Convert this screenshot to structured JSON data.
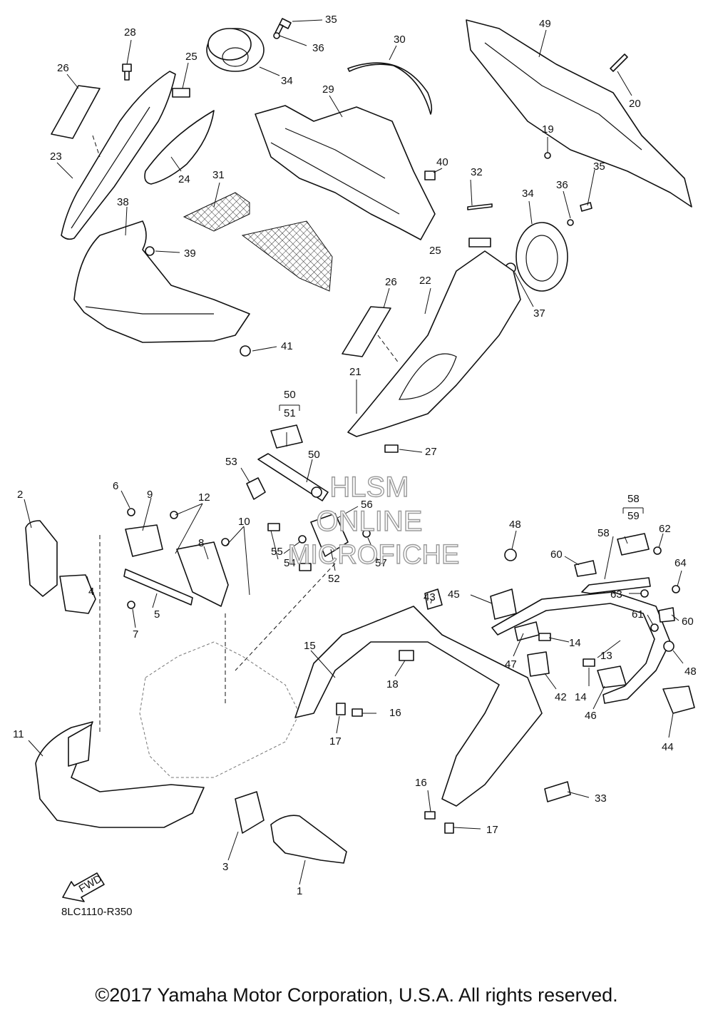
{
  "diagram": {
    "code": "8LC1110-R350",
    "fwd_label": "FWD",
    "copyright": "©2017 Yamaha Motor Corporation, U.S.A. All rights reserved.",
    "watermark": [
      "HLSM",
      "ONLINE",
      "MICROFICHE"
    ],
    "callouts": [
      "1",
      "2",
      "3",
      "4",
      "5",
      "6",
      "7",
      "8",
      "9",
      "10",
      "11",
      "12",
      "13",
      "14",
      "14",
      "15",
      "16",
      "16",
      "17",
      "17",
      "18",
      "19",
      "20",
      "21",
      "22",
      "23",
      "24",
      "25",
      "25",
      "26",
      "26",
      "27",
      "28",
      "29",
      "30",
      "31",
      "32",
      "33",
      "34",
      "34",
      "35",
      "35",
      "36",
      "36",
      "37",
      "38",
      "39",
      "40",
      "41",
      "42",
      "43",
      "44",
      "45",
      "46",
      "47",
      "48",
      "48",
      "49",
      "50",
      "50",
      "51",
      "52",
      "53",
      "54",
      "55",
      "56",
      "57",
      "58",
      "58",
      "59",
      "60",
      "60",
      "61",
      "62",
      "63",
      "64"
    ]
  }
}
